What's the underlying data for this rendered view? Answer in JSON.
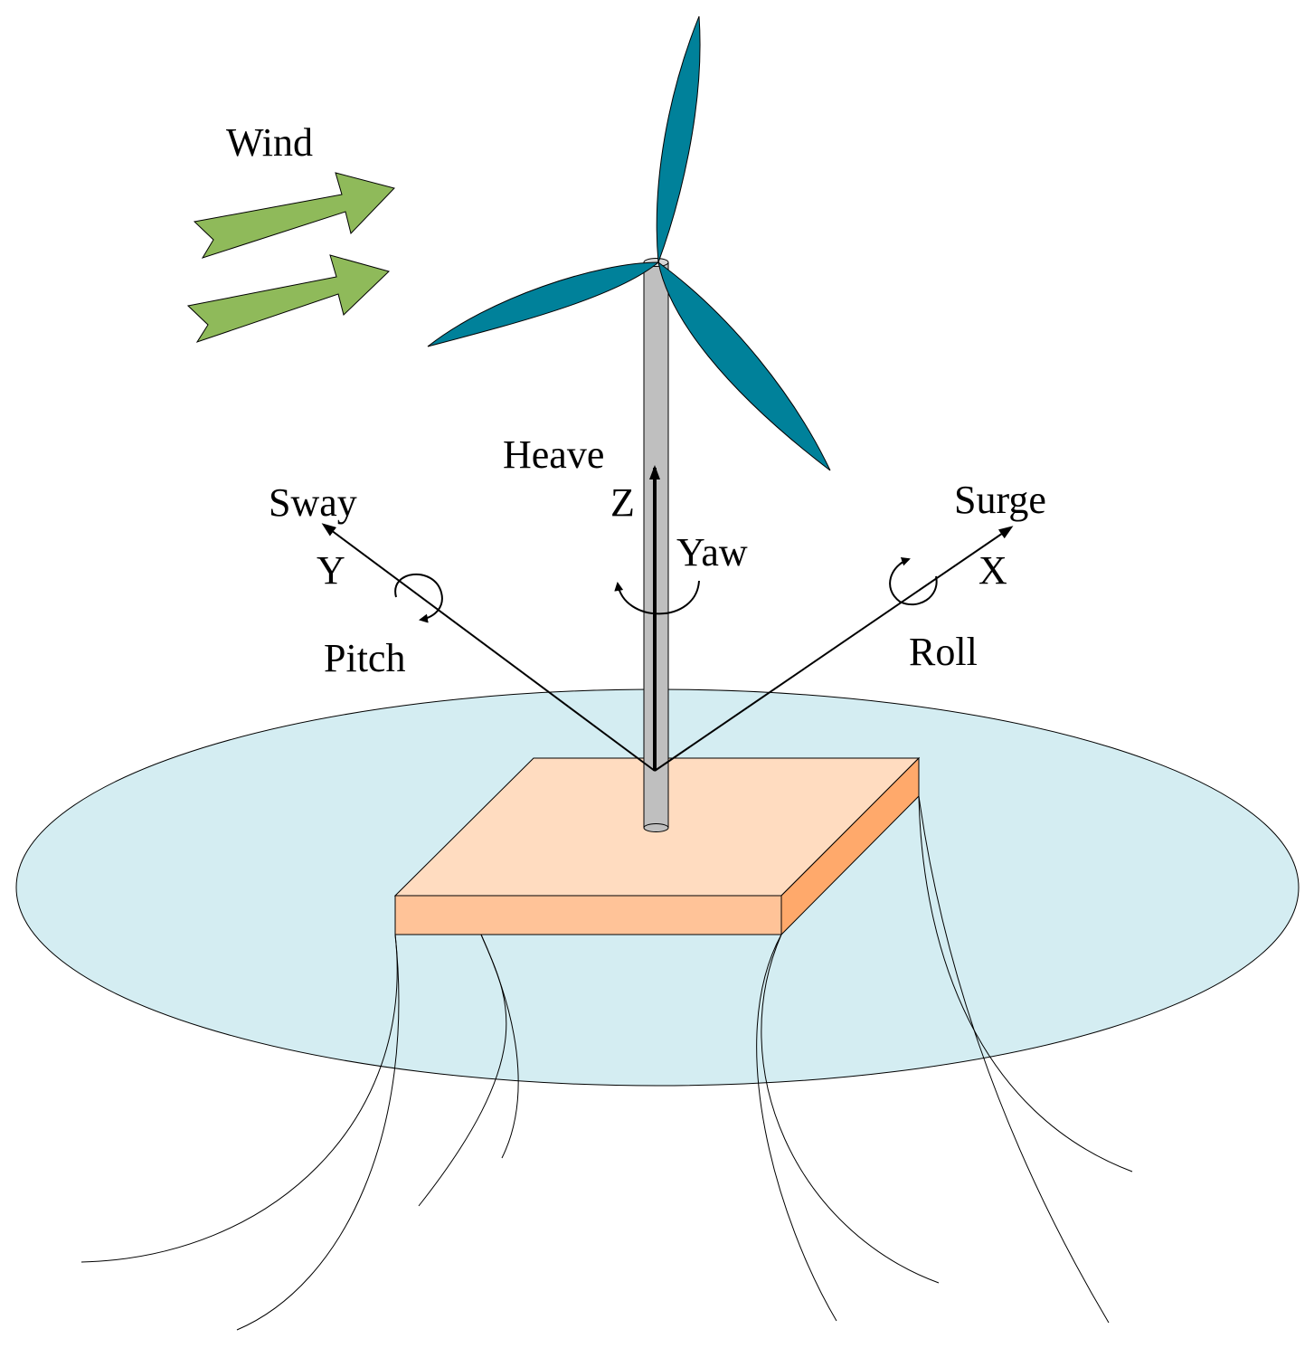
{
  "labels": {
    "wind": "Wind",
    "heave": "Heave",
    "z_axis": "Z",
    "yaw": "Yaw",
    "sway": "Sway",
    "y_axis": "Y",
    "pitch": "Pitch",
    "surge": "Surge",
    "x_axis": "X",
    "roll": "Roll"
  },
  "colors": {
    "wind_arrow": "#8fba5a",
    "blade": "#00819a",
    "tower": "#bfbfbf",
    "water": "#d4edf2",
    "platform_top": "#ffdcc0",
    "platform_front": "#ffc398",
    "platform_side": "#ffa96b",
    "lines": "#000000"
  }
}
